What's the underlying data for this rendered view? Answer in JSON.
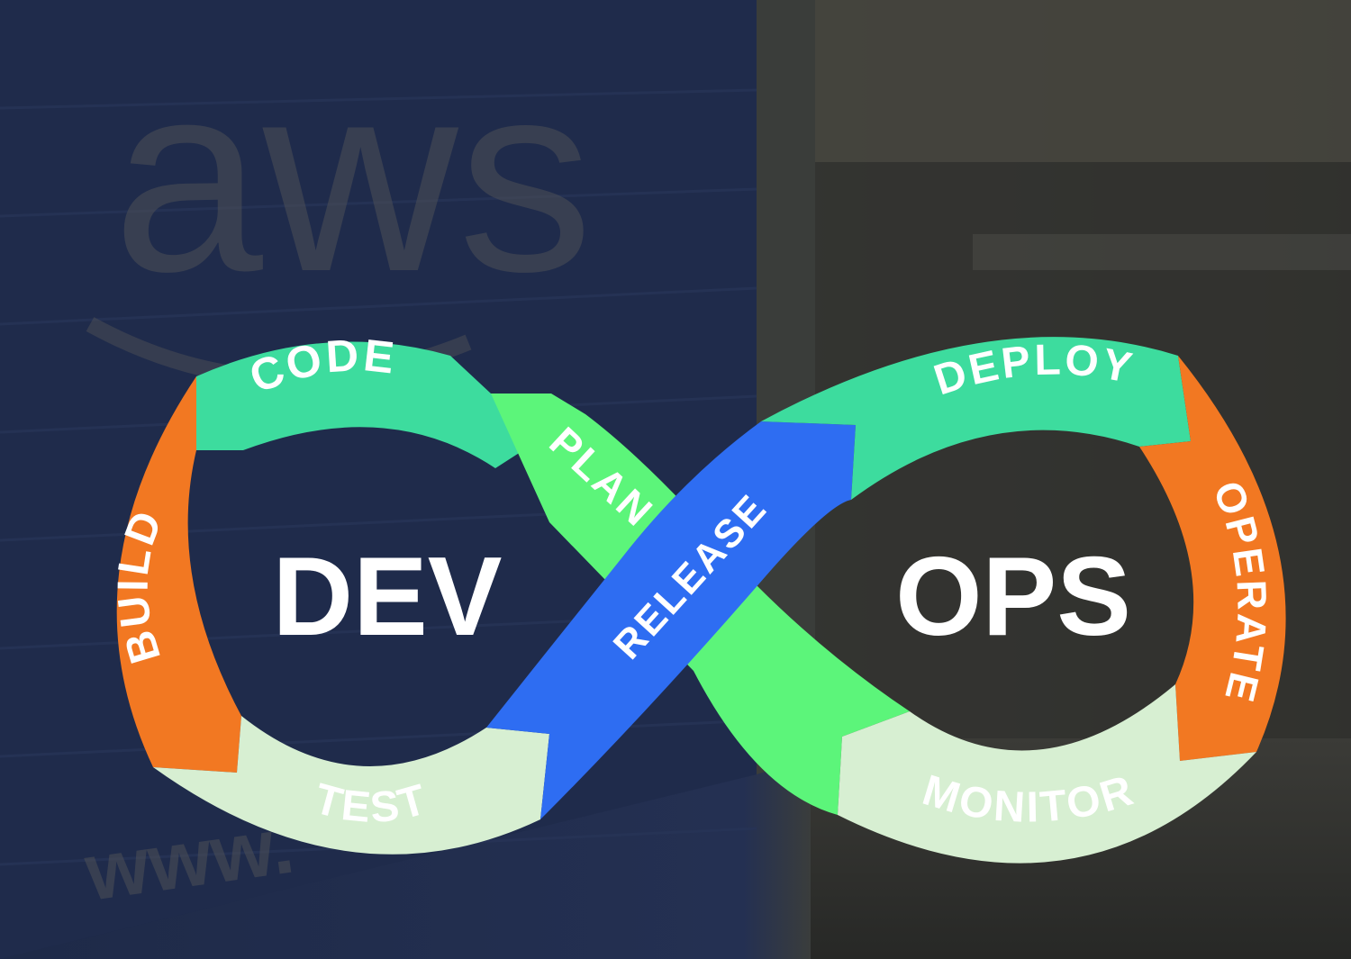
{
  "background": {
    "wall_logo_text": "aws",
    "wall_url_text": "www."
  },
  "center": {
    "left_word": "DEV",
    "right_word": "OPS"
  },
  "stages": {
    "code": "CODE",
    "plan": "PLAN",
    "build": "BUILD",
    "test": "TEST",
    "release": "RELEASE",
    "deploy": "DEPLOY",
    "operate": "OPERATE",
    "monitor": "MONITOR"
  },
  "colors": {
    "teal": "#3ddc9e",
    "lime": "#5cf57a",
    "orange": "#f27822",
    "pale": "#d7efd2",
    "blue": "#2e6df2",
    "background_blue": "#1f2b4a",
    "background_dark": "#2a2c2c"
  }
}
